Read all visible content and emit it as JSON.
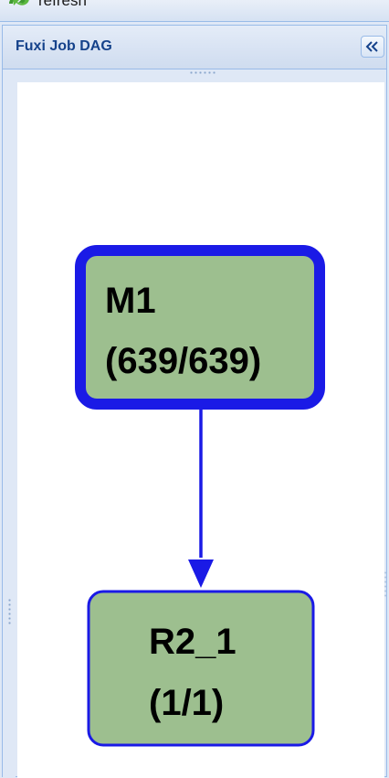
{
  "toolbar": {
    "refresh_label": "refresh",
    "refresh_icon": "refresh-icon"
  },
  "panel": {
    "title": "Fuxi Job DAG",
    "collapse_icon": "double-chevron-left-icon"
  },
  "dag": {
    "nodes": [
      {
        "id": "M1",
        "name": "M1",
        "progress": "(639/639)",
        "selected": true
      },
      {
        "id": "R2_1",
        "name": "R2_1",
        "progress": "(1/1)",
        "selected": false
      }
    ],
    "edges": [
      {
        "from": "M1",
        "to": "R2_1"
      }
    ]
  },
  "colors": {
    "node_fill": "#9dbf8f",
    "node_border": "#1a1ae6",
    "edge": "#1a1ae6",
    "panel_title": "#15428b",
    "panel_bg": "#dfe8f6"
  }
}
